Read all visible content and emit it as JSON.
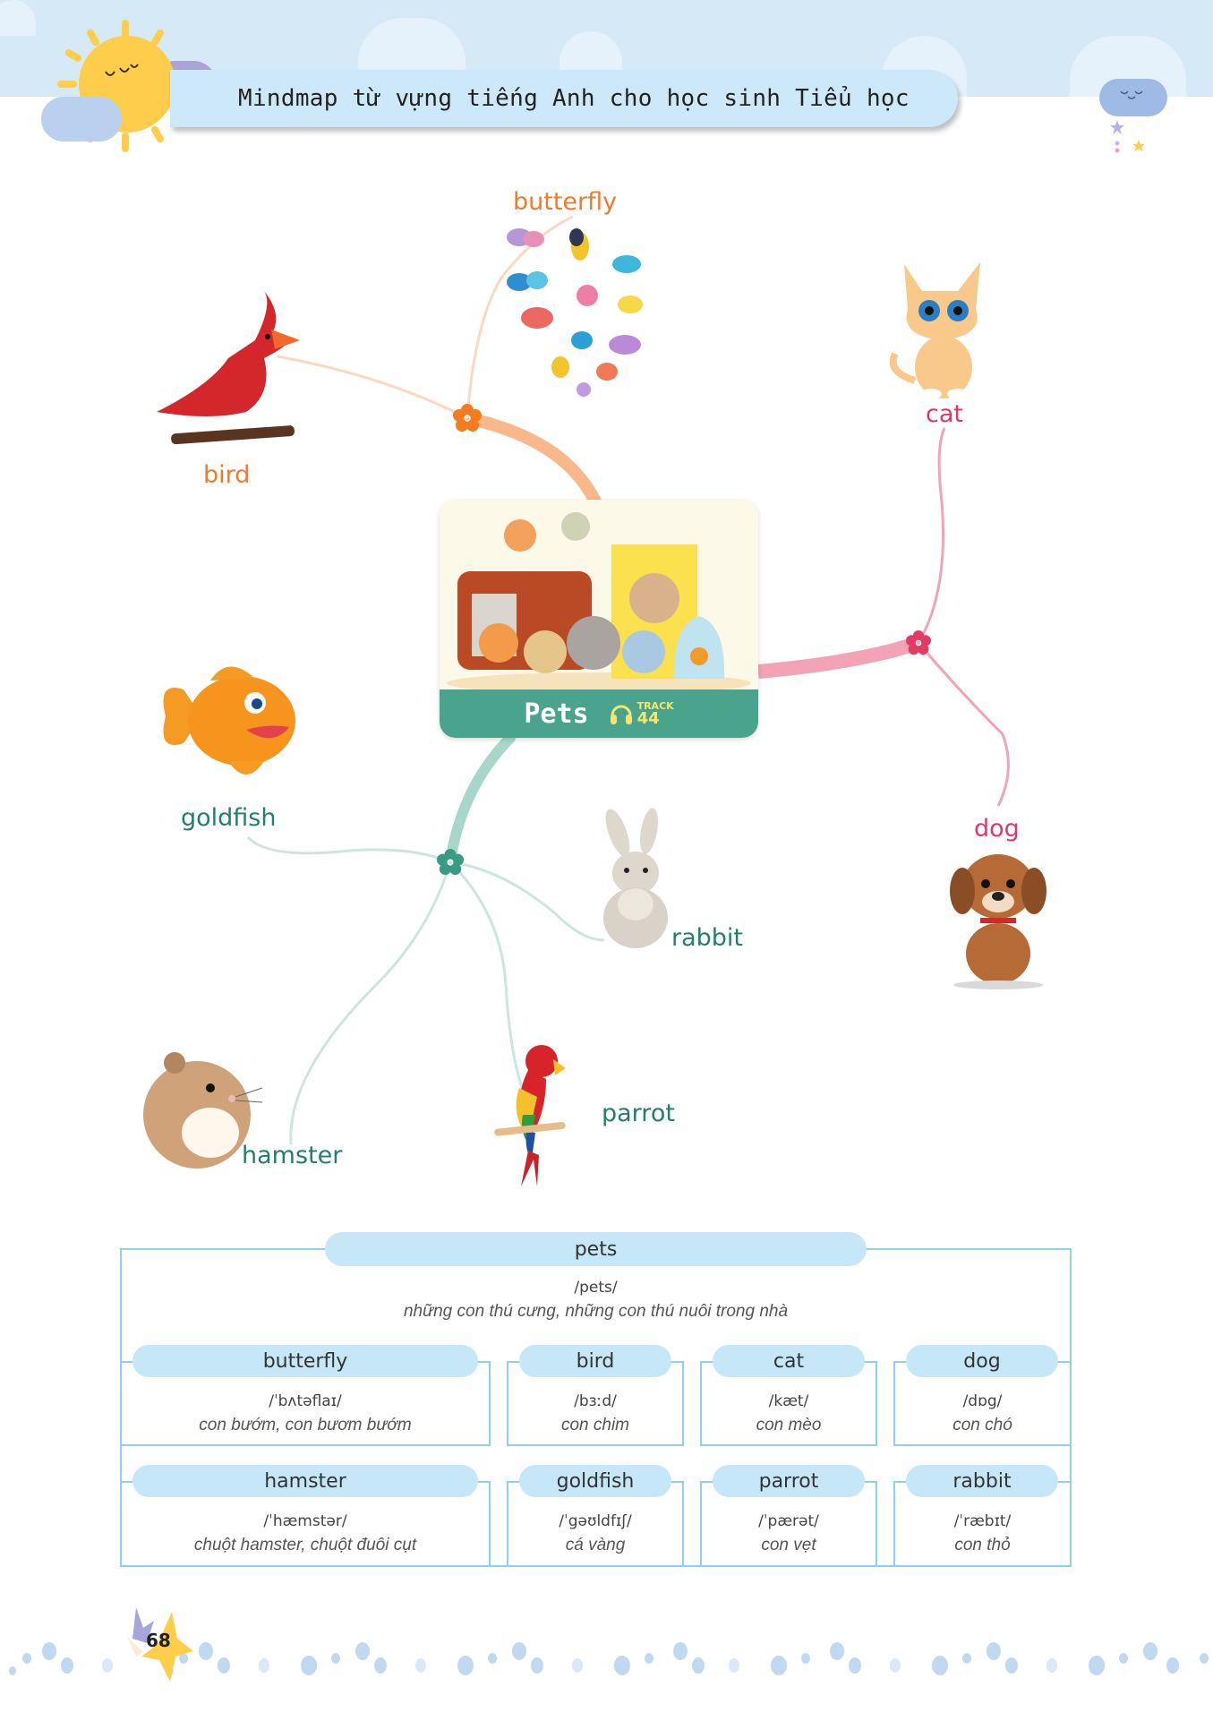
{
  "header": {
    "title": "Mindmap từ vựng tiếng Anh cho học sinh Tiểu học"
  },
  "center_topic": {
    "title": "Pets",
    "track_label": "TRACK",
    "track_number": "44",
    "icon": "headphones-icon"
  },
  "branches": {
    "orange": {
      "color": "#ee7b2d",
      "items": [
        {
          "label": "butterfly",
          "icon": "butterflies-illustration"
        },
        {
          "label": "bird",
          "icon": "cardinal-bird-illustration"
        }
      ]
    },
    "pink": {
      "color": "#e2366a",
      "items": [
        {
          "label": "cat",
          "icon": "kitten-illustration"
        },
        {
          "label": "dog",
          "icon": "puppy-illustration"
        }
      ]
    },
    "teal": {
      "color": "#237f6d",
      "items": [
        {
          "label": "goldfish",
          "icon": "goldfish-illustration"
        },
        {
          "label": "rabbit",
          "icon": "rabbit-illustration"
        },
        {
          "label": "hamster",
          "icon": "hamster-illustration"
        },
        {
          "label": "parrot",
          "icon": "parrot-illustration"
        }
      ]
    }
  },
  "vocabulary": {
    "main": {
      "word": "pets",
      "ipa": "/pets/",
      "meaning": "những con thú cưng, những con thú nuôi trong nhà"
    },
    "entries": [
      {
        "word": "butterfly",
        "ipa": "/ˈbʌtəflaɪ/",
        "meaning": "con bướm, con bươm bướm"
      },
      {
        "word": "bird",
        "ipa": "/bɜːd/",
        "meaning": "con chim"
      },
      {
        "word": "cat",
        "ipa": "/kæt/",
        "meaning": "con mèo"
      },
      {
        "word": "dog",
        "ipa": "/dɒg/",
        "meaning": "con chó"
      },
      {
        "word": "hamster",
        "ipa": "/ˈhæmstər/",
        "meaning": "chuột hamster, chuột đuôi cụt"
      },
      {
        "word": "goldfish",
        "ipa": "/ˈgəʊldfɪʃ/",
        "meaning": "cá vàng"
      },
      {
        "word": "parrot",
        "ipa": "/ˈpærət/",
        "meaning": "con vẹt"
      },
      {
        "word": "rabbit",
        "ipa": "/ˈræbɪt/",
        "meaning": "con thỏ"
      }
    ]
  },
  "page": {
    "number": "68"
  }
}
